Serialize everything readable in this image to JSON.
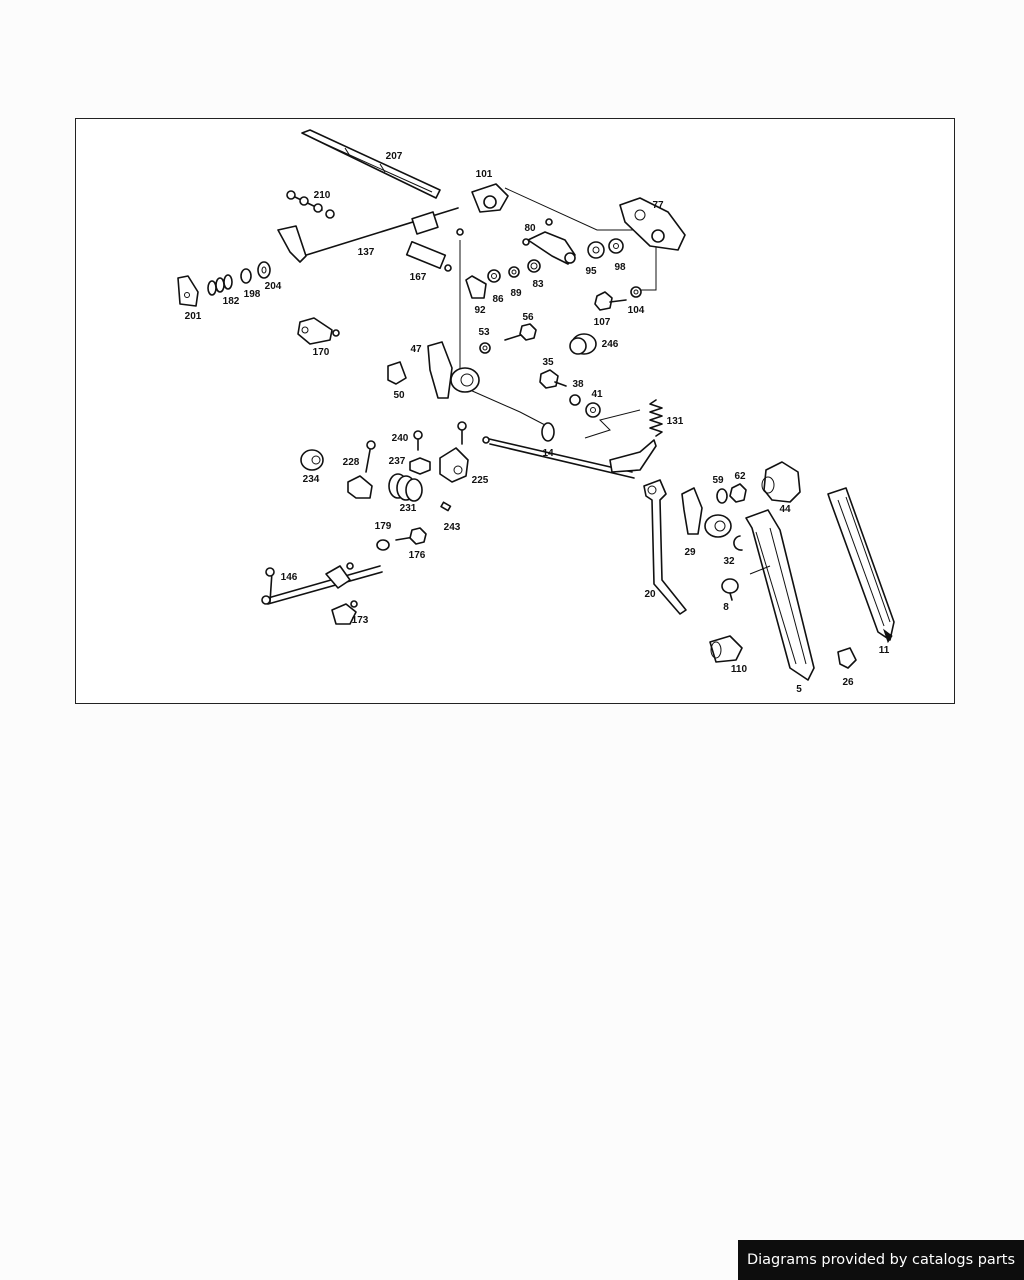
{
  "diagram": {
    "part_numbers": [
      "207",
      "210",
      "101",
      "77",
      "80",
      "137",
      "167",
      "95",
      "98",
      "92",
      "86",
      "89",
      "83",
      "201",
      "182",
      "198",
      "204",
      "107",
      "104",
      "53",
      "56",
      "246",
      "170",
      "47",
      "50",
      "35",
      "38",
      "41",
      "131",
      "240",
      "14",
      "228",
      "237",
      "225",
      "234",
      "59",
      "62",
      "44",
      "231",
      "243",
      "29",
      "32",
      "179",
      "176",
      "20",
      "8",
      "146",
      "173",
      "110",
      "11",
      "5",
      "26"
    ]
  },
  "attribution": {
    "text": "Diagrams provided by catalogs parts",
    "background_color": "#0d0d0d",
    "text_color": "#ffffff"
  }
}
